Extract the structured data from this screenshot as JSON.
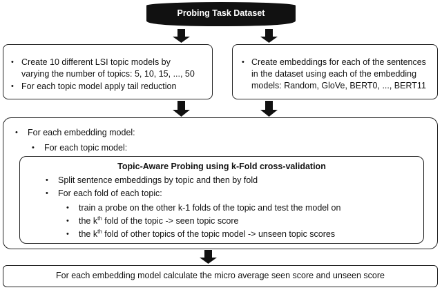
{
  "dataset_label": "Probing Task Dataset",
  "bullet_char": "•",
  "left_box": {
    "items": [
      "Create 10 different LSI topic models by",
      "varying the number of topics: 5, 10, 15, ..., 50",
      "For each topic model apply tail reduction"
    ]
  },
  "right_box": {
    "items": [
      "Create embeddings for each of the sentences",
      "in the dataset using each of the embedding",
      "models: Random, GloVe, BERT0, ..., BERT11"
    ]
  },
  "outer_box": {
    "line1": "For each embedding model:",
    "line2": "For each topic model:"
  },
  "inner_box": {
    "title": "Topic-Aware Probing using k-Fold cross-validation",
    "item1": "Split sentence embeddings by topic and then by fold",
    "item2": "For each fold of each topic:",
    "sub1": "train a probe on the other k-1 folds of the topic and test the model on",
    "sub2_pre": "the k",
    "sub2_sup": "th",
    "sub2_post": " fold of the topic -> seen topic score",
    "sub3_pre": "the k",
    "sub3_sup": "th",
    "sub3_post": " fold of other topics of the topic model -> unseen topic scores"
  },
  "bottom_box": {
    "text": "For each embedding model calculate the micro average seen score and unseen score"
  }
}
